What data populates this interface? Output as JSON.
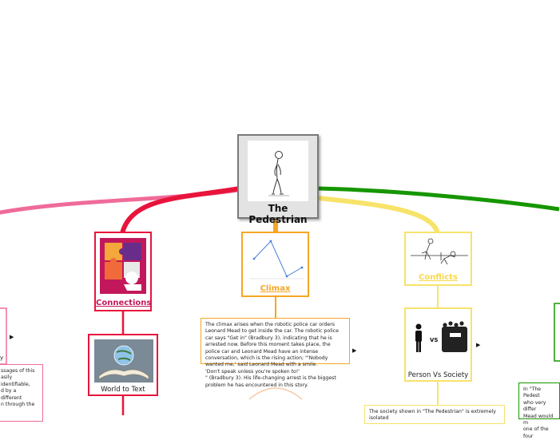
{
  "central": {
    "title": "The Pedestrian",
    "image_icon": "walking-man-figure"
  },
  "topics": {
    "connections": {
      "label": "Connections",
      "icon": "puzzle-pieces",
      "color": "#e8194f"
    },
    "climax": {
      "label": "Climax",
      "icon": "line-chart",
      "color": "#f5a623"
    },
    "conflicts": {
      "label": "Conflicts",
      "icon": "tug-of-war",
      "color": "#f3dc54"
    }
  },
  "subtopics": {
    "world_to_text": {
      "label": "World to Text",
      "icon": "open-book-globe"
    },
    "person_vs_society": {
      "label": "Person Vs Society",
      "icon": "person-vs-crowd"
    }
  },
  "notes": {
    "climax": "The climax arises when the robotic police car orders Leonard Mead to get inside the car. The robotic police car says \"Get in\" (Bradbury 3), indicating that he is arrested now. Before this moment takes place, the police car and Leonard Mead have an intense conversation, which is the rising action; \"'Nobody wanted me,' said Leonard Mead with a smile.\n'Don't speak unless you're spoken to!'\n\" (Bradbury 3). His life-changing arrest is the biggest problem he has encountered in this story.",
    "left_fragment": "ssages of this\nasily identifiable,\nd by a different\nn through the",
    "left_fragment_2": "y",
    "society": "The society shown in \"The Pedestrian\" is extremely isolated",
    "right_fragment": "In \"The Pedest\nwho very differ\nMead would m\none of the four"
  },
  "colors": {
    "pink": "#ef6b9a",
    "red": "#e8143c",
    "orange": "#f5a623",
    "yellow": "#f7e36a",
    "green": "#169600"
  }
}
